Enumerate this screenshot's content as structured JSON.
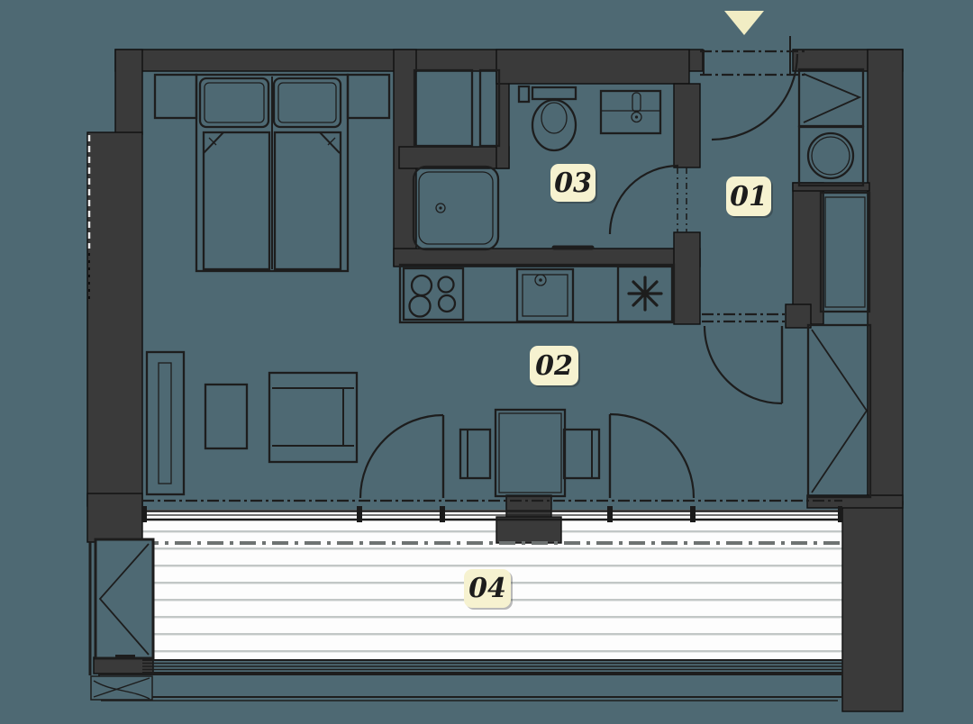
{
  "plan": {
    "entrance_marker": {
      "icon": "entrance-arrow-icon",
      "direction": "down"
    },
    "rooms": [
      {
        "label": "01"
      },
      {
        "label": "02"
      },
      {
        "label": "03"
      },
      {
        "label": "04"
      }
    ],
    "colors": {
      "background": "#4e6973",
      "wall": "#3a3a3a",
      "line": "#1d1d1d",
      "label_background": "#f6f2d0",
      "label_text": "#1c1c1c",
      "balcony_deck": "#fdfdfd",
      "deck_stripe": "#c2c7c6",
      "entrance_marker": "#f1edc4"
    }
  }
}
